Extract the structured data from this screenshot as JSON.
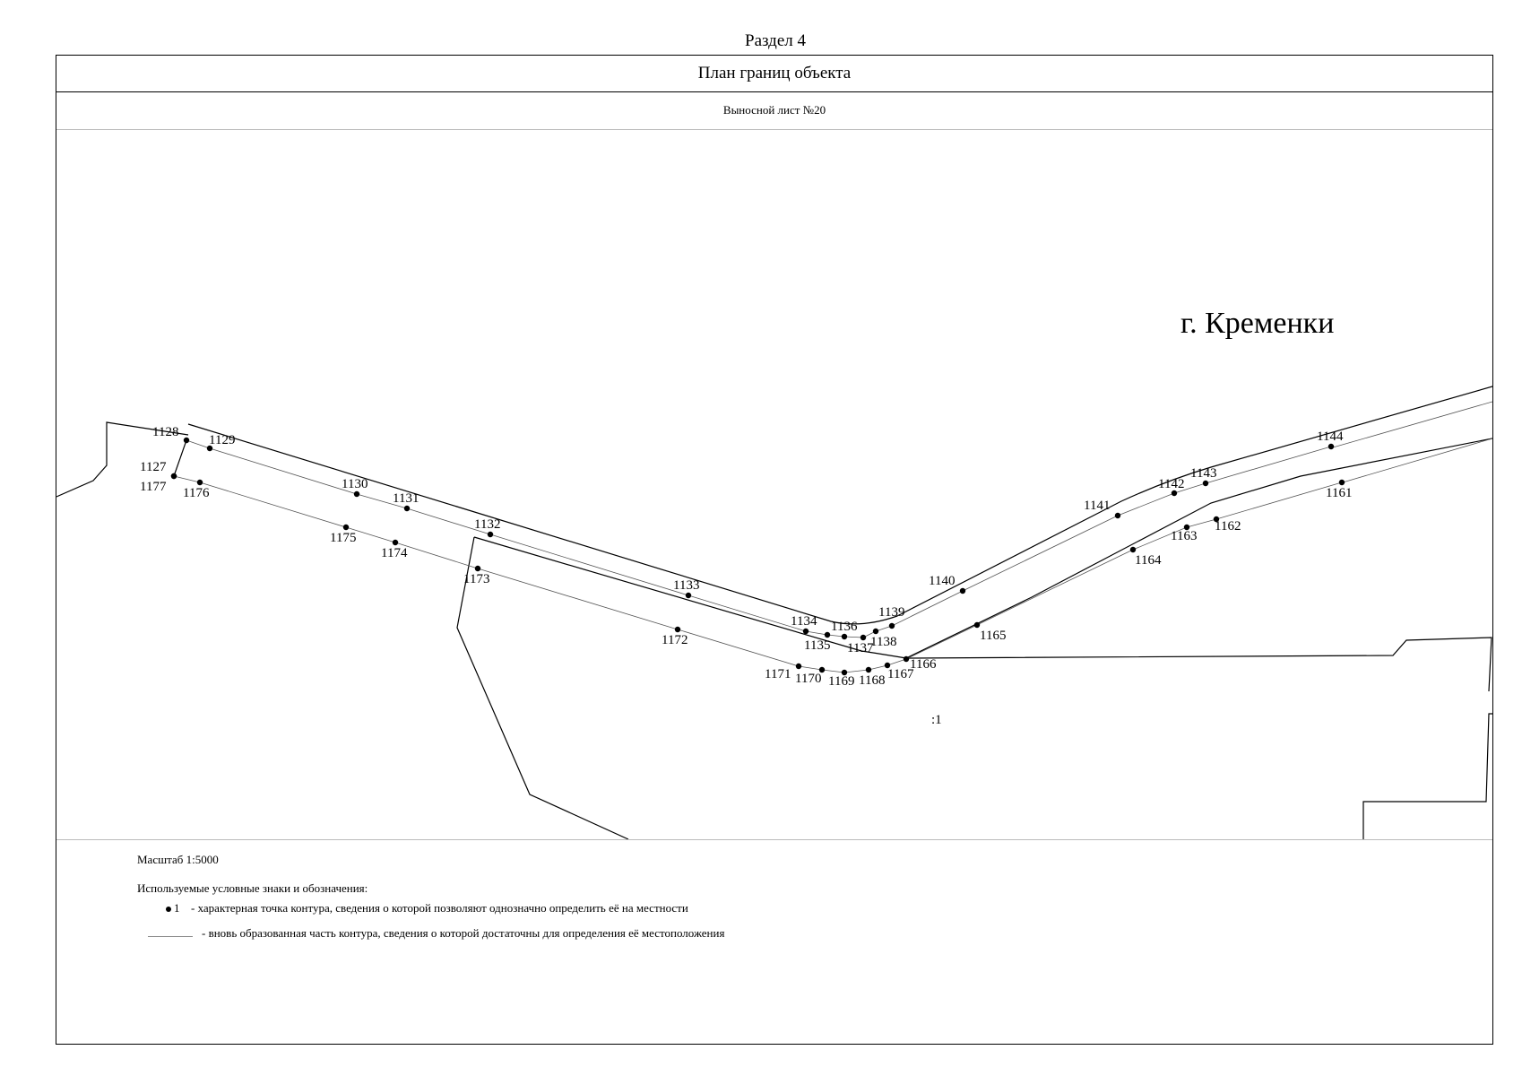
{
  "header": {
    "section": "Раздел 4",
    "title": "План границ объекта",
    "sheet": "Выносной лист №20"
  },
  "map": {
    "city_label": "г. Кременки",
    "parcel_label": ":1",
    "points": [
      {
        "id": "1127",
        "label": "1127"
      },
      {
        "id": "1128",
        "label": "1128"
      },
      {
        "id": "1129",
        "label": "1129"
      },
      {
        "id": "1130",
        "label": "1130"
      },
      {
        "id": "1131",
        "label": "1131"
      },
      {
        "id": "1132",
        "label": "1132"
      },
      {
        "id": "1133",
        "label": "1133"
      },
      {
        "id": "1134",
        "label": "1134"
      },
      {
        "id": "1135",
        "label": "1135"
      },
      {
        "id": "1136",
        "label": "1136"
      },
      {
        "id": "1137",
        "label": "1137"
      },
      {
        "id": "1138",
        "label": "1138"
      },
      {
        "id": "1139",
        "label": "1139"
      },
      {
        "id": "1140",
        "label": "1140"
      },
      {
        "id": "1141",
        "label": "1141"
      },
      {
        "id": "1142",
        "label": "1142"
      },
      {
        "id": "1143",
        "label": "1143"
      },
      {
        "id": "1144",
        "label": "1144"
      },
      {
        "id": "1161",
        "label": "1161"
      },
      {
        "id": "1162",
        "label": "1162"
      },
      {
        "id": "1163",
        "label": "1163"
      },
      {
        "id": "1164",
        "label": "1164"
      },
      {
        "id": "1165",
        "label": "1165"
      },
      {
        "id": "1166",
        "label": "1166"
      },
      {
        "id": "1167",
        "label": "1167"
      },
      {
        "id": "1168",
        "label": "1168"
      },
      {
        "id": "1169",
        "label": "1169"
      },
      {
        "id": "1170",
        "label": "1170"
      },
      {
        "id": "1171",
        "label": "1171"
      },
      {
        "id": "1172",
        "label": "1172"
      },
      {
        "id": "1173",
        "label": "1173"
      },
      {
        "id": "1174",
        "label": "1174"
      },
      {
        "id": "1175",
        "label": "1175"
      },
      {
        "id": "1176",
        "label": "1176"
      },
      {
        "id": "1177",
        "label": "1177"
      }
    ]
  },
  "legend": {
    "scale": "Масштаб 1:5000",
    "title": "Используемые условные знаки и обозначения:",
    "point_symbol_number": "1",
    "point_description": "- характерная точка контура, сведения о которой позволяют однозначно определить её на местности",
    "line_description": "- вновь образованная часть контура, сведения о которой достаточны для определения её местоположения"
  }
}
